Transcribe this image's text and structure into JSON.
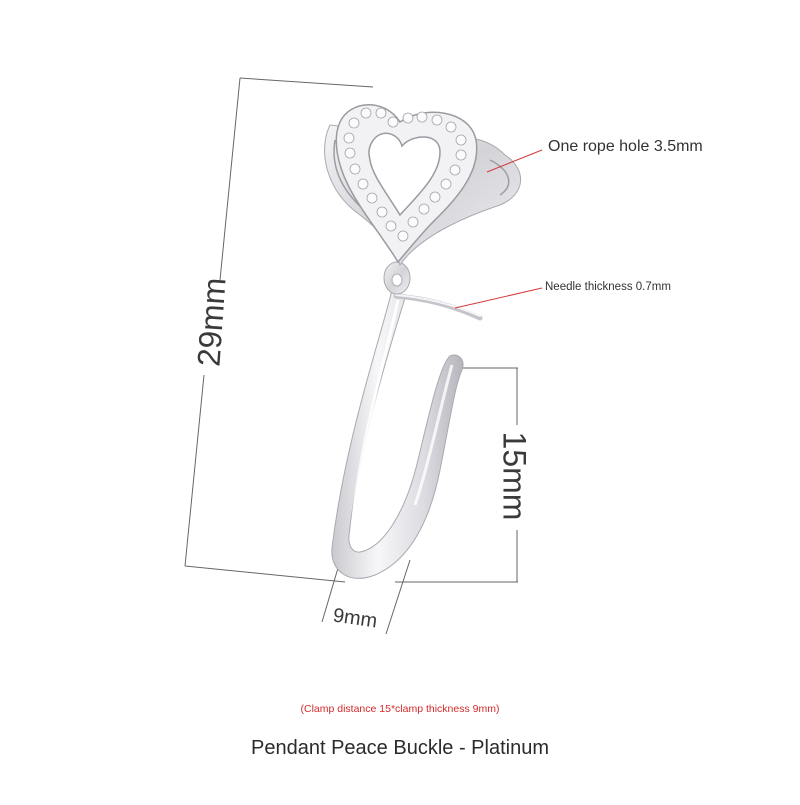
{
  "product": {
    "caption": "Pendant Peace Buckle - Platinum",
    "note": "(Clamp distance 15*clamp thickness 9mm)"
  },
  "annotations": {
    "rope_hole": "One rope hole 3.5mm",
    "needle_thickness": "Needle thickness 0.7mm"
  },
  "dimensions": {
    "height": "29mm",
    "clamp_distance": "15mm",
    "clamp_thickness": "9mm"
  },
  "colors": {
    "metal": "#e9e9ec",
    "metal_shadow": "#b9b9bf",
    "leader_line": "#d43a3a",
    "dimension_line": "#555555",
    "note_text": "#d42a2a"
  }
}
